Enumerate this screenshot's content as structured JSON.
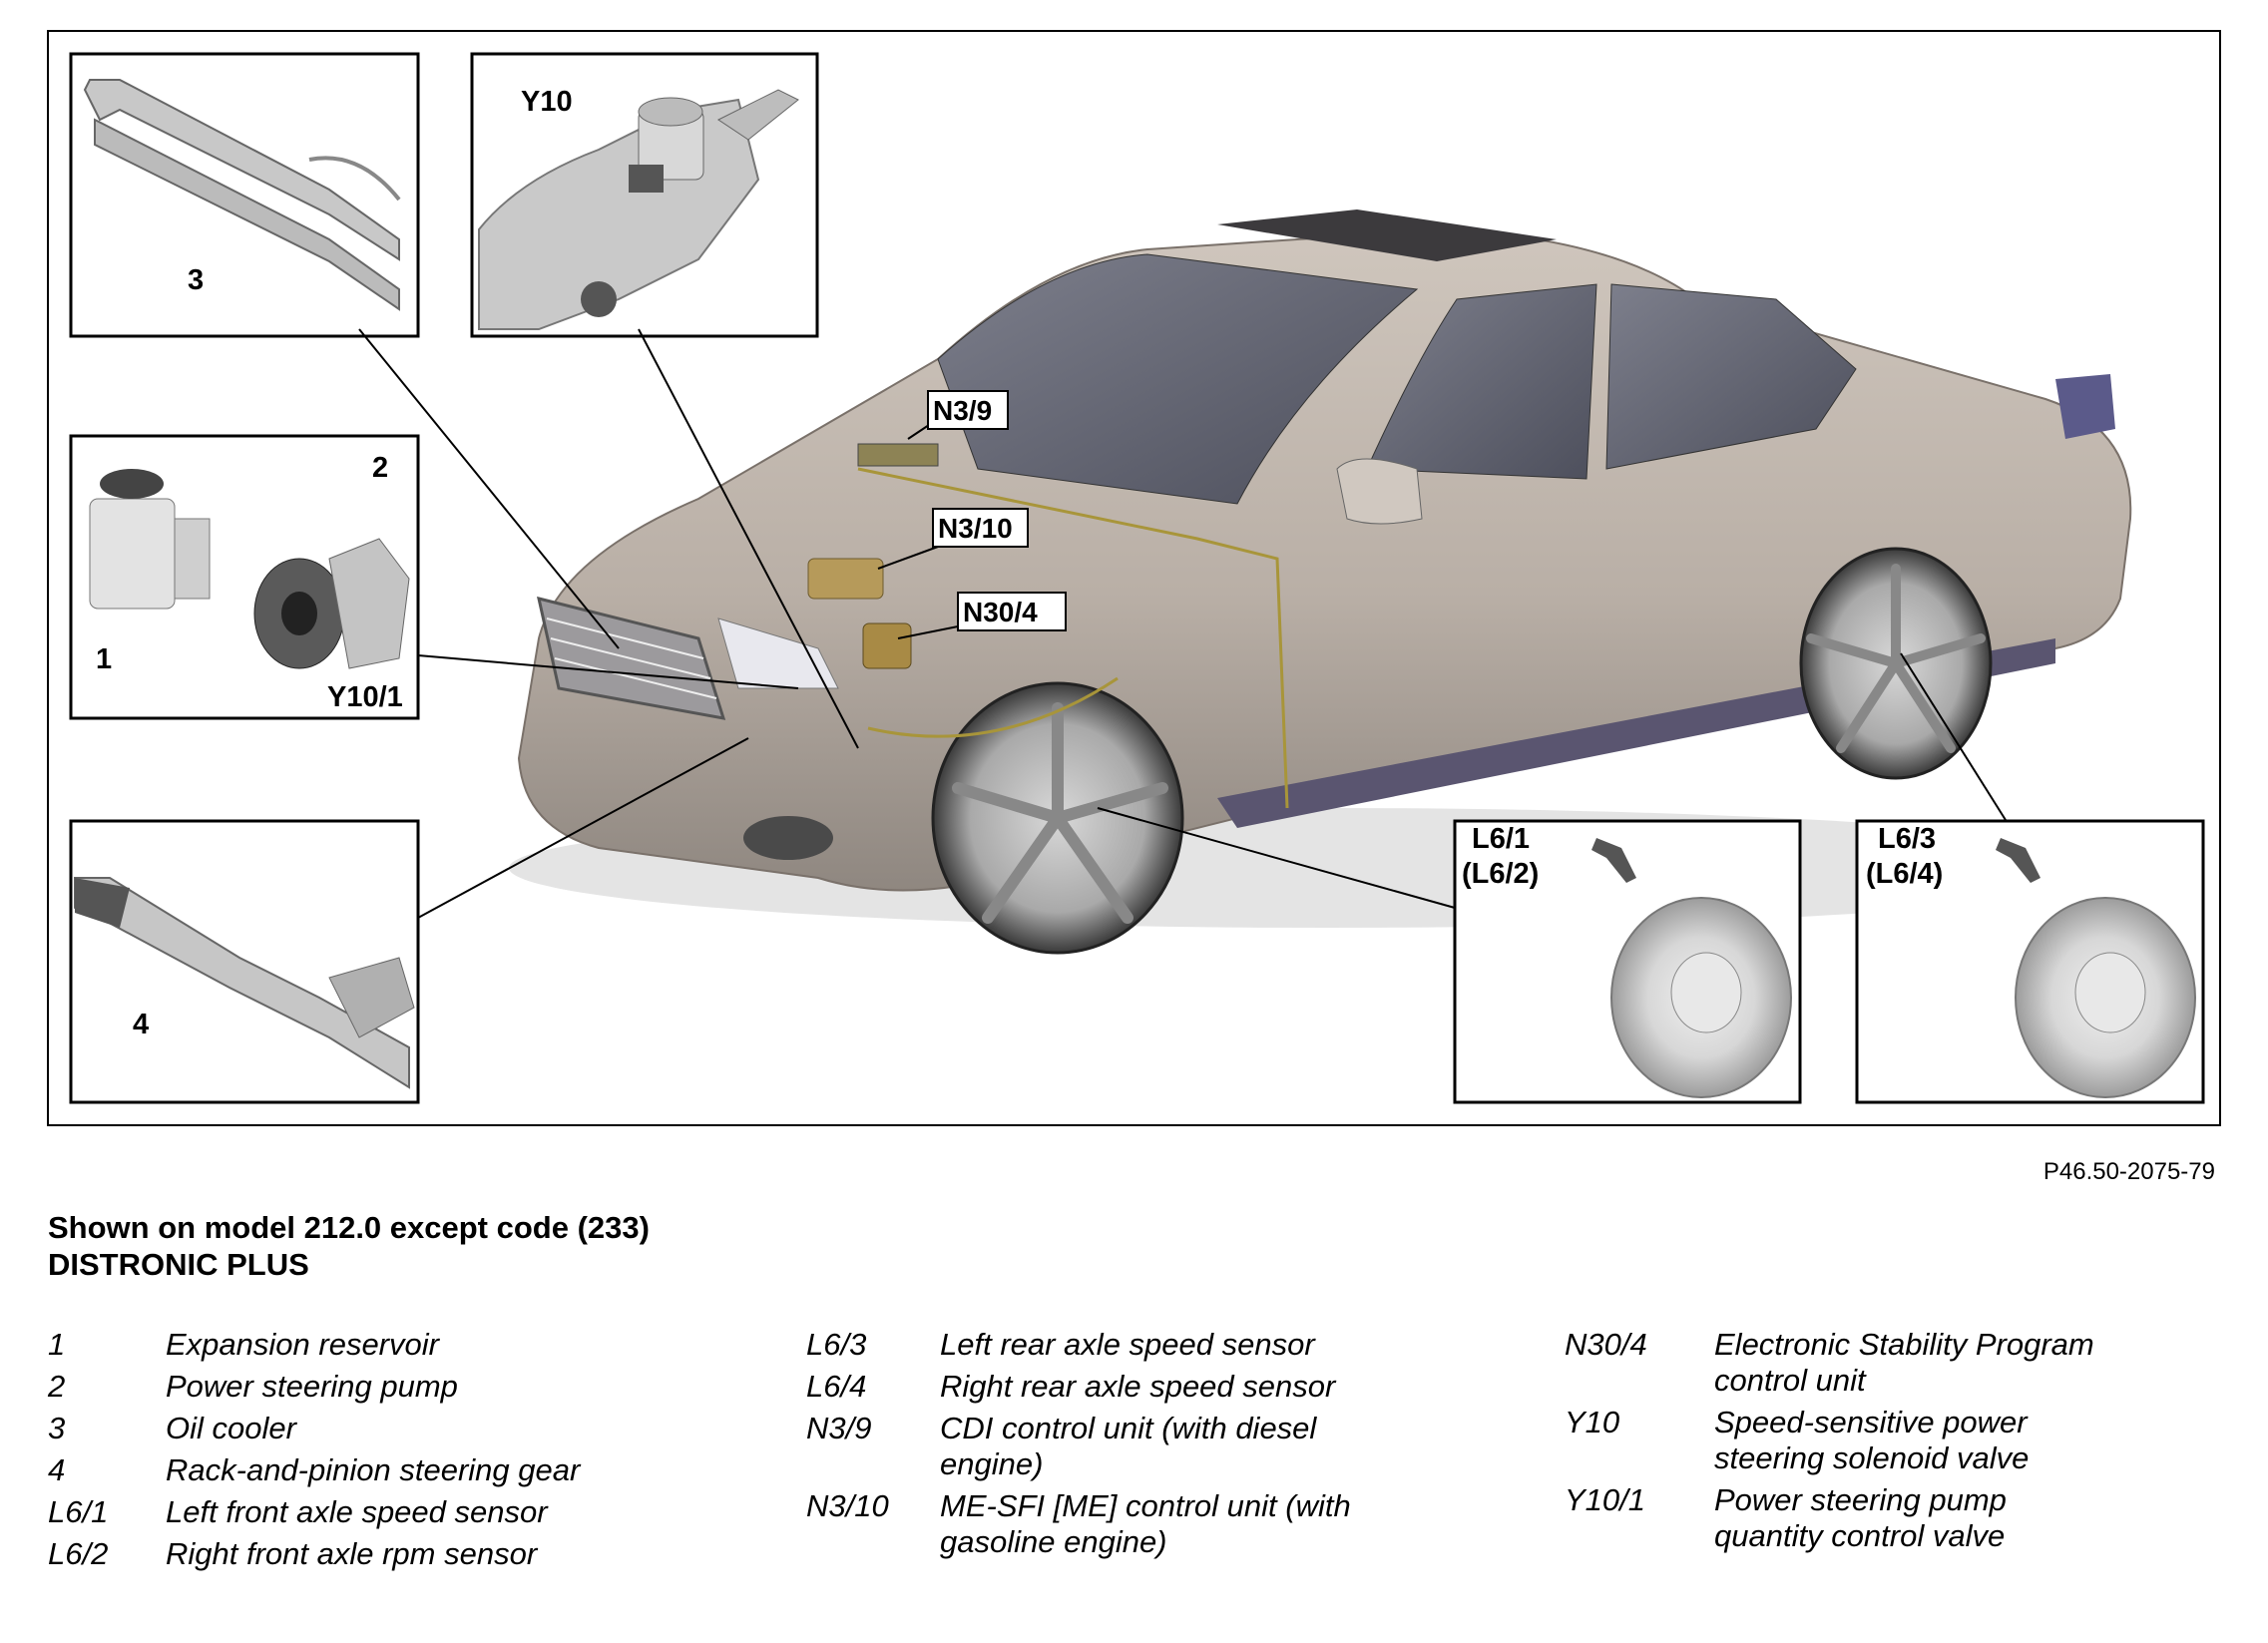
{
  "figure_ref": "P46.50-2075-79",
  "caption": {
    "line1": "Shown on model 212.0 except code (233)",
    "line2": "DISTRONIC PLUS"
  },
  "callouts": {
    "c3": "3",
    "c1": "1",
    "c2": "2",
    "c4": "4",
    "y10": "Y10",
    "y10_1": "Y10/1",
    "n3_9": "N3/9",
    "n3_10": "N3/10",
    "n30_4": "N30/4",
    "l6_1": "L6/1",
    "l6_2": "(L6/2)",
    "l6_3": "L6/3",
    "l6_4": "(L6/4)"
  },
  "legend": {
    "col1": [
      {
        "code": "1",
        "desc": "Expansion reservoir"
      },
      {
        "code": "2",
        "desc": "Power steering pump"
      },
      {
        "code": "3",
        "desc": "Oil cooler"
      },
      {
        "code": "4",
        "desc": "Rack-and-pinion steering gear"
      },
      {
        "code": "L6/1",
        "desc": "Left front axle speed sensor"
      },
      {
        "code": "L6/2",
        "desc": "Right front axle rpm sensor"
      }
    ],
    "col2": [
      {
        "code": "L6/3",
        "desc": "Left rear axle speed sensor"
      },
      {
        "code": "L6/4",
        "desc": "Right rear axle speed sensor"
      },
      {
        "code": "N3/9",
        "desc": "CDI control unit (with diesel engine)"
      },
      {
        "code": "N3/10",
        "desc": "ME-SFI [ME] control unit (with gasoline engine)"
      }
    ],
    "col3": [
      {
        "code": "N30/4",
        "desc": "Electronic Stability Program control unit"
      },
      {
        "code": "Y10",
        "desc": "Speed-sensitive power steering solenoid valve"
      },
      {
        "code": "Y10/1",
        "desc": "Power steering pump quantity control valve"
      }
    ]
  }
}
